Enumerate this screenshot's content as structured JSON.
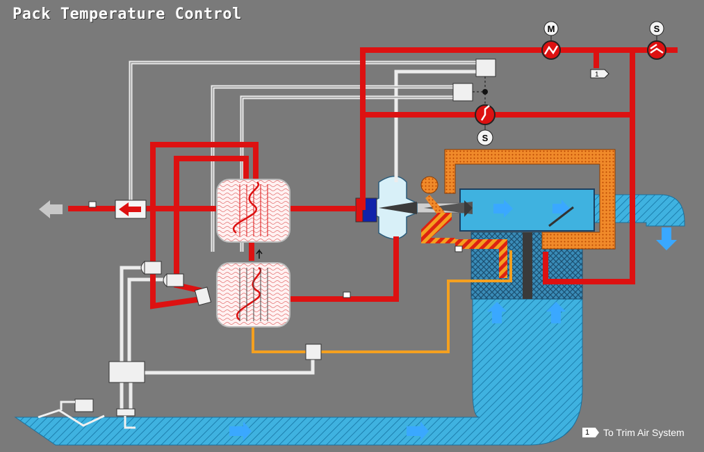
{
  "title": "Pack Temperature Control",
  "valve_labels": {
    "modulating": "M",
    "shutoff_top": "S",
    "shutoff_mid": "S"
  },
  "tag_number": "1",
  "legend": {
    "tag": "1",
    "text": "To Trim Air System"
  },
  "colors": {
    "background": "#7a7a7a",
    "hot_air": "#dd1111",
    "cool_line": "#f4a020",
    "ram_air": "#3fb2e0",
    "signal_line": "#e8e8e8"
  }
}
